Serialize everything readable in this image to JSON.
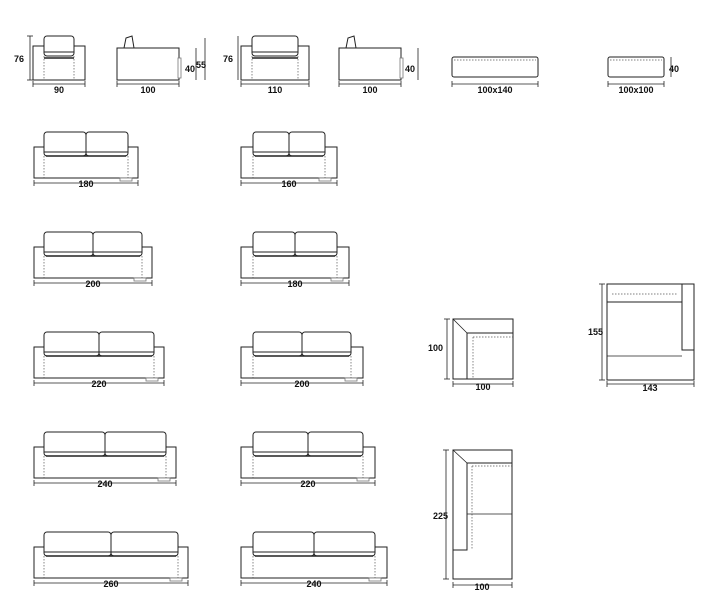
{
  "sheet": {
    "armchair_front": {
      "width": "90",
      "height": "76"
    },
    "armchair_side": {
      "depth": "100",
      "height": "55",
      "seat_height": "40"
    },
    "armchair_large_front": {
      "width": "110",
      "height": "76"
    },
    "armchair_large_side": {
      "depth": "100",
      "seat_height": "40"
    },
    "pouf_rect": {
      "size": "100x140"
    },
    "pouf_square": {
      "size": "100x100",
      "height": "40"
    },
    "sofa_180": {
      "width": "180"
    },
    "sofa_160": {
      "width": "160"
    },
    "sofa_200": {
      "width": "200"
    },
    "sofa_180_slim": {
      "width": "180"
    },
    "sofa_220": {
      "width": "220"
    },
    "sofa_200_slim": {
      "width": "200"
    },
    "sofa_240": {
      "width": "240"
    },
    "sofa_220_slim": {
      "width": "220"
    },
    "sofa_260": {
      "width": "260"
    },
    "sofa_240_slim": {
      "width": "240"
    },
    "corner_module": {
      "width": "100",
      "depth": "100"
    },
    "chaise_module": {
      "width": "143",
      "depth": "155"
    },
    "chaise_plan": {
      "width": "100",
      "depth": "225"
    }
  }
}
